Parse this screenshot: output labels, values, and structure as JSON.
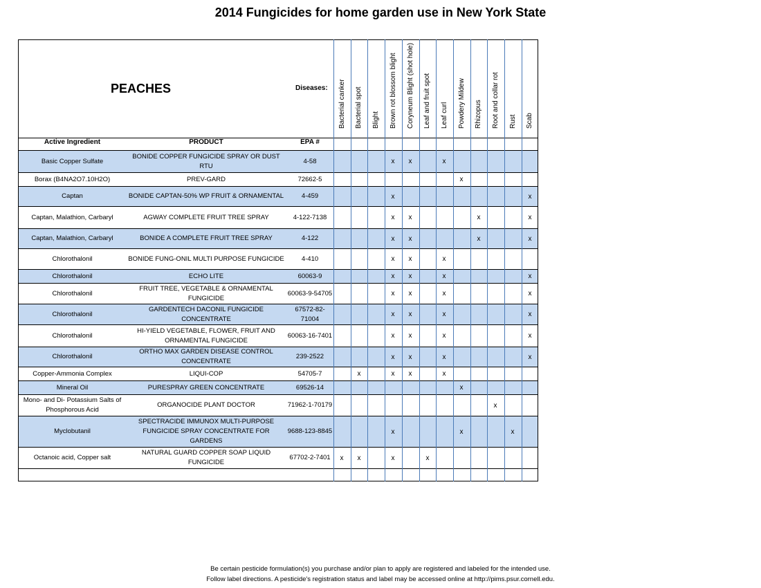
{
  "title": "2014 Fungicides for home garden use in New York State",
  "crop": "PEACHES",
  "diseases_label": "Diseases:",
  "headers": {
    "active_ingredient": "Active Ingredient",
    "product": "PRODUCT",
    "epa": "EPA #"
  },
  "diseases": [
    "Bacterial canker",
    "Bacterial spot",
    "Blight",
    "Brown rot blossom blight",
    "Coryneum Blight (shot hole)",
    "Leaf and fruit spot",
    "Leaf curl",
    "Powdery Mildew",
    "Rhizopus",
    "Root and collar rot",
    "Rust",
    "Scab"
  ],
  "rows": [
    {
      "ai": "Basic Copper Sulfate",
      "product": "BONIDE COPPER FUNGICIDE SPRAY OR DUST RTU",
      "epa": "4-58",
      "marks": [
        "",
        "",
        "",
        "x",
        "x",
        "",
        "x",
        "",
        "",
        "",
        "",
        ""
      ]
    },
    {
      "ai": "Borax (B4NA2O7.10H2O)",
      "product": "PREV-GARD",
      "epa": "72662-5",
      "marks": [
        "",
        "",
        "",
        "",
        "",
        "",
        "",
        "x",
        "",
        "",
        "",
        ""
      ]
    },
    {
      "ai": "Captan",
      "product": "BONIDE CAPTAN-50% WP FRUIT & ORNAMENTAL",
      "epa": "4-459",
      "marks": [
        "",
        "",
        "",
        "x",
        "",
        "",
        "",
        "",
        "",
        "",
        "",
        "x"
      ]
    },
    {
      "ai": "Captan, Malathion, Carbaryl",
      "product": "AGWAY COMPLETE FRUIT TREE SPRAY",
      "epa": "4-122-7138",
      "marks": [
        "",
        "",
        "",
        "x",
        "x",
        "",
        "",
        "",
        "x",
        "",
        "",
        "x"
      ]
    },
    {
      "ai": "Captan, Malathion, Carbaryl",
      "product": "BONIDE A COMPLETE FRUIT TREE SPRAY",
      "epa": "4-122",
      "marks": [
        "",
        "",
        "",
        "x",
        "x",
        "",
        "",
        "",
        "x",
        "",
        "",
        "x"
      ]
    },
    {
      "ai": "Chlorothalonil",
      "product": "BONIDE FUNG-ONIL MULTI PURPOSE FUNGICIDE",
      "epa": "4-410",
      "marks": [
        "",
        "",
        "",
        "x",
        "x",
        "",
        "x",
        "",
        "",
        "",
        "",
        ""
      ]
    },
    {
      "ai": "Chlorothalonil",
      "product": "ECHO LITE",
      "epa": "60063-9",
      "marks": [
        "",
        "",
        "",
        "x",
        "x",
        "",
        "x",
        "",
        "",
        "",
        "",
        "x"
      ]
    },
    {
      "ai": "Chlorothalonil",
      "product": "FRUIT TREE, VEGETABLE & ORNAMENTAL FUNGICIDE",
      "epa": "60063-9-54705",
      "marks": [
        "",
        "",
        "",
        "x",
        "x",
        "",
        "x",
        "",
        "",
        "",
        "",
        "x"
      ]
    },
    {
      "ai": "Chlorothalonil",
      "product": "GARDENTECH DACONIL FUNGICIDE CONCENTRATE",
      "epa": "67572-82-71004",
      "marks": [
        "",
        "",
        "",
        "x",
        "x",
        "",
        "x",
        "",
        "",
        "",
        "",
        "x"
      ]
    },
    {
      "ai": "Chlorothalonil",
      "product": "HI-YIELD VEGETABLE, FLOWER, FRUIT AND ORNAMENTAL FUNGICIDE",
      "epa": "60063-16-7401",
      "marks": [
        "",
        "",
        "",
        "x",
        "x",
        "",
        "x",
        "",
        "",
        "",
        "",
        "x"
      ]
    },
    {
      "ai": "Chlorothalonil",
      "product": "ORTHO MAX GARDEN DISEASE CONTROL CONCENTRATE",
      "epa": "239-2522",
      "marks": [
        "",
        "",
        "",
        "x",
        "x",
        "",
        "x",
        "",
        "",
        "",
        "",
        "x"
      ]
    },
    {
      "ai": "Copper-Ammonia Complex",
      "product": "LIQUI-COP",
      "epa": "54705-7",
      "marks": [
        "",
        "x",
        "",
        "x",
        "x",
        "",
        "x",
        "",
        "",
        "",
        "",
        ""
      ]
    },
    {
      "ai": "Mineral Oil",
      "product": "PURESPRAY GREEN CONCENTRATE",
      "epa": "69526-14",
      "marks": [
        "",
        "",
        "",
        "",
        "",
        "",
        "",
        "x",
        "",
        "",
        "",
        ""
      ]
    },
    {
      "ai": "Mono- and Di- Potassium Salts of Phosphorous Acid",
      "product": "ORGANOCIDE PLANT DOCTOR",
      "epa": "71962-1-70179",
      "marks": [
        "",
        "",
        "",
        "",
        "",
        "",
        "",
        "",
        "",
        "x",
        "",
        ""
      ]
    },
    {
      "ai": "Myclobutanil",
      "product": "SPECTRACIDE IMMUNOX MULTI-PURPOSE FUNGICIDE SPRAY CONCENTRATE FOR GARDENS",
      "epa": "9688-123-8845",
      "marks": [
        "",
        "",
        "",
        "x",
        "",
        "",
        "",
        "x",
        "",
        "",
        "x",
        ""
      ]
    },
    {
      "ai": "Octanoic acid, Copper salt",
      "product": "NATURAL GUARD COPPER SOAP LIQUID FUNGICIDE",
      "epa": "67702-2-7401",
      "marks": [
        "x",
        "x",
        "",
        "x",
        "",
        "x",
        "",
        "",
        "",
        "",
        "",
        ""
      ]
    }
  ],
  "footer": [
    "Be certain pesticide formulation(s) you purchase and/or plan to apply are registered and labeled for the intended use.",
    "Follow label directions. A pesticide's registration status and label may be accessed online at http://pims.psur.cornell.edu."
  ]
}
